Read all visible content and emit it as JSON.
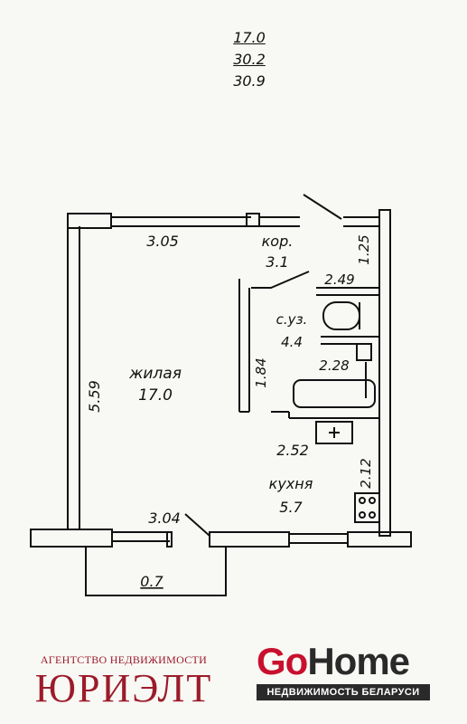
{
  "area_summary": {
    "living": "17.0",
    "total": "30.2",
    "with_balcony": "30.9"
  },
  "rooms": {
    "living": {
      "name": "жилая",
      "area": "17.0"
    },
    "corridor": {
      "name": "кор.",
      "area": "3.1"
    },
    "bathroom": {
      "name": "с.уз.",
      "area": "4.4"
    },
    "kitchen": {
      "name": "кухня",
      "area": "5.7"
    }
  },
  "dimensions": {
    "top_wall": "3.05",
    "left_wall": "5.59",
    "corridor_right": "1.25",
    "bath_top": "2.49",
    "bath_left": "1.84",
    "bath_inner": "2.28",
    "kitchen_top": "2.52",
    "kitchen_right": "2.12",
    "bottom_wall": "3.04",
    "balcony": "0.7"
  },
  "branding": {
    "agency_sub": "АГЕНТСТВО НЕДВИЖИМОСТИ",
    "agency_name": "ЮРИЭЛТ",
    "logo_go": "Go",
    "logo_home": "Home",
    "logo_tagline": "НЕДВИЖИМОСТЬ БЕЛАРУСИ"
  }
}
